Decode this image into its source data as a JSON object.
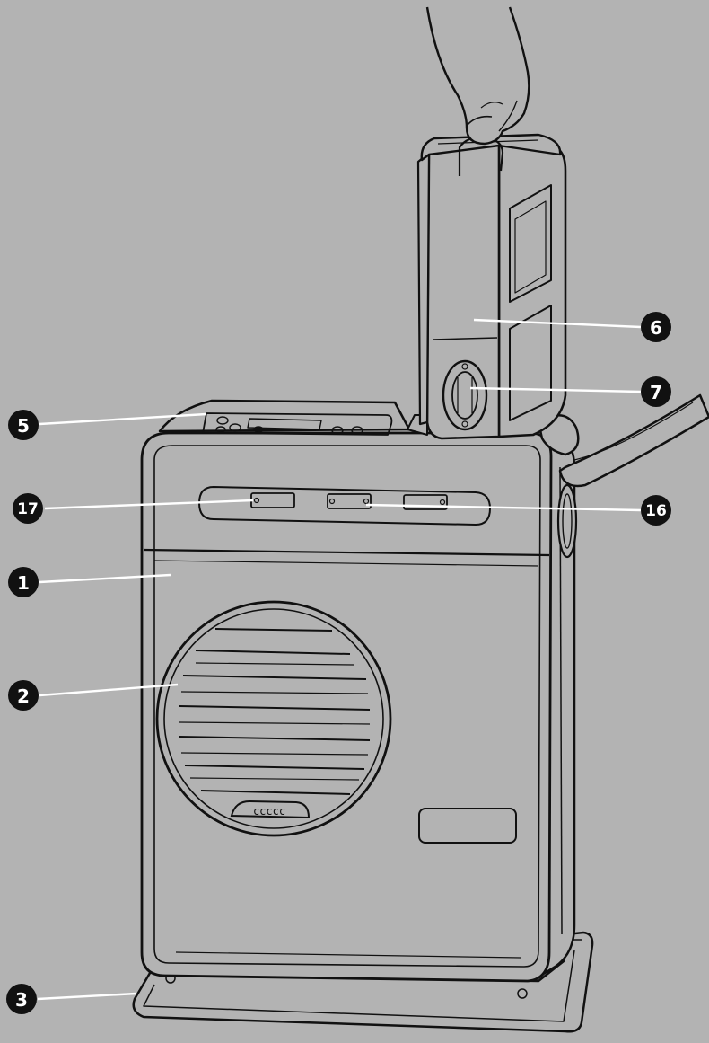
{
  "diagram": {
    "colors": {
      "background": "#b3b3b3",
      "outline": "#111111",
      "leader": "#ffffff",
      "badge": "#111111",
      "badge_text": "#ffffff"
    },
    "callouts": [
      {
        "id": "c5",
        "label": "5"
      },
      {
        "id": "c17",
        "label": "17"
      },
      {
        "id": "c1",
        "label": "1"
      },
      {
        "id": "c2",
        "label": "2"
      },
      {
        "id": "c3",
        "label": "3"
      },
      {
        "id": "c6",
        "label": "6"
      },
      {
        "id": "c7",
        "label": "7"
      },
      {
        "id": "c16",
        "label": "16"
      }
    ]
  }
}
